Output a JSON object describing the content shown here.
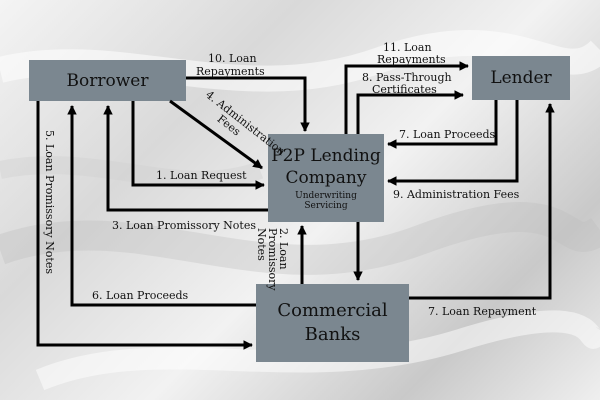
{
  "nodes": {
    "borrower": "Borrower",
    "lender": "Lender",
    "p2p_title": "P2P Lending Company",
    "p2p_sub1": "Underwriting",
    "p2p_sub2": "Servicing",
    "banks": "Commercial Banks"
  },
  "labels": {
    "l10": "10. Loan Repayments",
    "l11": "11. Loan Repayments",
    "l8": "8. Pass-Through Certificates",
    "l4": "4. Administration Fees",
    "l7a": "7. Loan Proceeds",
    "l1": "1. Loan Request",
    "l9": "9. Administration Fees",
    "l3": "3. Loan Promissory Notes",
    "l5": "5. Loan Promissory Notes",
    "l2": "2. Loan Promissory Notes",
    "l6": "6. Loan Proceeds",
    "l7b": "7. Loan Repayment"
  },
  "colors": {
    "box": "#7b8790",
    "arrow": "#000000"
  }
}
